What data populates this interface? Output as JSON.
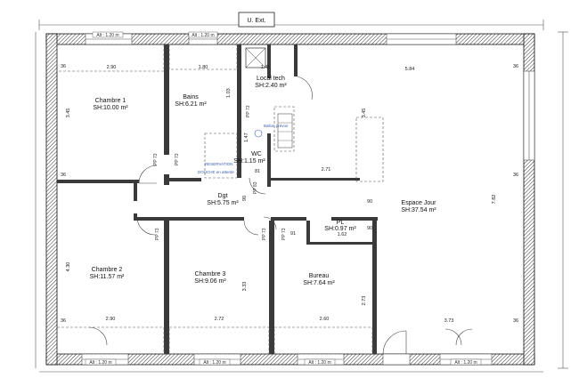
{
  "header": {
    "exterior_label": "U. Ext."
  },
  "rooms": [
    {
      "id": "chambre1",
      "name": "Chambre 1",
      "area": "SH:10.00 m²"
    },
    {
      "id": "bains",
      "name": "Bains",
      "area": "SH:6.21 m²"
    },
    {
      "id": "local",
      "name": "Local tech",
      "area": "SH:2.40 m²"
    },
    {
      "id": "wc",
      "name": "WC",
      "area": "SH:1.15 m²"
    },
    {
      "id": "dgt",
      "name": "Dgt",
      "area": "SH:5.75 m²"
    },
    {
      "id": "pl",
      "name": "PL",
      "area": "SH:0.97 m²"
    },
    {
      "id": "espace",
      "name": "Espace Jour",
      "area": "SH:37.54 m²"
    },
    {
      "id": "chambre2",
      "name": "Chambre 2",
      "area": "SH:11.57 m²"
    },
    {
      "id": "chambre3",
      "name": "Chambre 3",
      "area": "SH:9.06 m²"
    },
    {
      "id": "bureau",
      "name": "Bureau",
      "area": "SH:7.64 m²"
    }
  ],
  "dimensions": {
    "d290a": "2.90",
    "d180": "1.80",
    "d141": "1.41",
    "d584": "5.84",
    "d345a": "3.45",
    "d345b": "3.45",
    "d271": "2.71",
    "d782": "7.82",
    "d430": "4.30",
    "d333": "3.33",
    "d273": "2.73",
    "d290b": "2.90",
    "d272": "2.72",
    "d260": "2.60",
    "d373": "3.73",
    "d162": "1.62",
    "d36a": "36",
    "d36b": "36",
    "d36c": "36",
    "d36d": "36",
    "d36e": "36",
    "d36f": "36",
    "d90a": "90",
    "d90b": "90",
    "d90c": "90",
    "d91": "91",
    "d81": "81",
    "d147": "1.47",
    "d103": "1.03"
  },
  "window_tags": {
    "w_top1": "Alt : 1.20 m",
    "w_top2": "Alt : 1.20 m",
    "w_bot1": "Alt : 1.20 m",
    "w_bot2": "Alt : 1.20 m",
    "w_bot3": "Alt : 1.20 m",
    "w_bot4": "Alt : 1.20 m"
  },
  "door_tags": {
    "pf1": "PP 73",
    "pf2": "PP 73",
    "pf3": "PP 73",
    "pf4": "PP 73",
    "pf5": "PP 73",
    "pf6": "PP 73",
    "pf7": "PP 83"
  },
  "fixtures": {
    "shower": "DOUCHE en attente",
    "equip": "RESERVATION",
    "ballon": "Ballon prévoir"
  }
}
